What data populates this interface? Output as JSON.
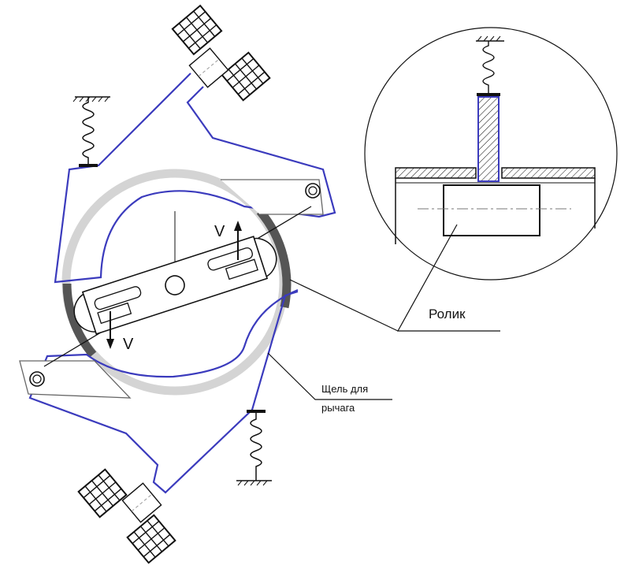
{
  "labels": {
    "velocity_upper": "V",
    "velocity_lower": "V",
    "roller": "Ролик",
    "lever_slot_line1": "Щель для",
    "lever_slot_line2": "рычага"
  },
  "colors": {
    "lever_outline": "#3b3bbd",
    "ring_light": "#d4d4d4",
    "ring_dark": "#555555",
    "line": "#111111",
    "detail_hatch": "#3b3bbd"
  }
}
